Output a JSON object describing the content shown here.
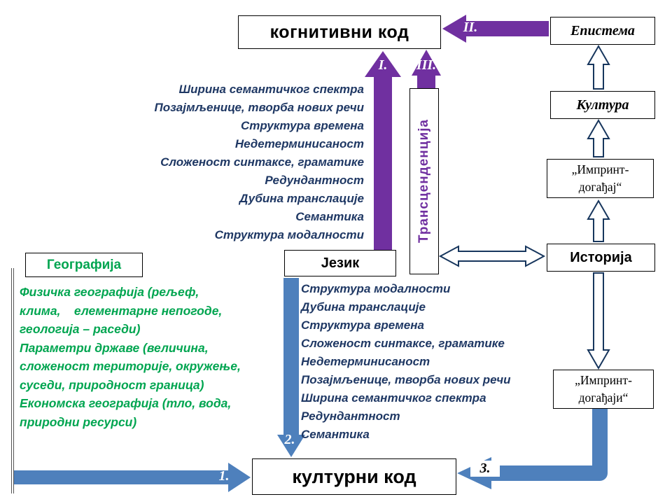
{
  "colors": {
    "purple_arrow": "#7030A0",
    "blue_arrow": "#4E80BC",
    "hollow_arrow_stroke": "#17365D",
    "green_text": "#00A550",
    "list_text": "#1F3864"
  },
  "boxes": {
    "cognitive_code": "когнитивни код",
    "episteme": "Епистема",
    "culture": "Култура",
    "imprint_event": "„Импринт-догађај“",
    "history": "Историја",
    "imprint_events": "„Импринт-догађаји“",
    "language": "Језик",
    "geography": "Географија",
    "cultural_code": "културни код",
    "transcendence": "Трансценденција"
  },
  "arrow_labels": {
    "num_1": "1.",
    "num_2": "2.",
    "num_3": "3.",
    "roman_1": "I.",
    "roman_2": "II.",
    "roman_3": "III."
  },
  "language_features_upper": [
    "Ширина семантичког спектра",
    "Позајмљенице, творба нових речи",
    "Структура времена",
    "Недетерминисаност",
    "Сложеност синтаксе, граматике",
    "Редундантност",
    "Дубина транслације",
    "Семантика",
    "Структура модалности"
  ],
  "language_features_lower": [
    "Структура модалности",
    "Дубина транслације",
    "Структура времена",
    "Сложеност синтаксе, граматике",
    "Недетерминисаност",
    "Позајмљенице, творба нових речи",
    "Ширина семантичког спектра",
    "Редундантност",
    "Семантика"
  ],
  "geography_notes": [
    "Физичка географија (рељеф, клима,    елементарне непогоде, геологија – раседи)",
    "Параметри државе (величина, сложеност територије, окружење, суседи, природност граница)",
    "Економска географија (тло, вода, природни ресурси)"
  ]
}
